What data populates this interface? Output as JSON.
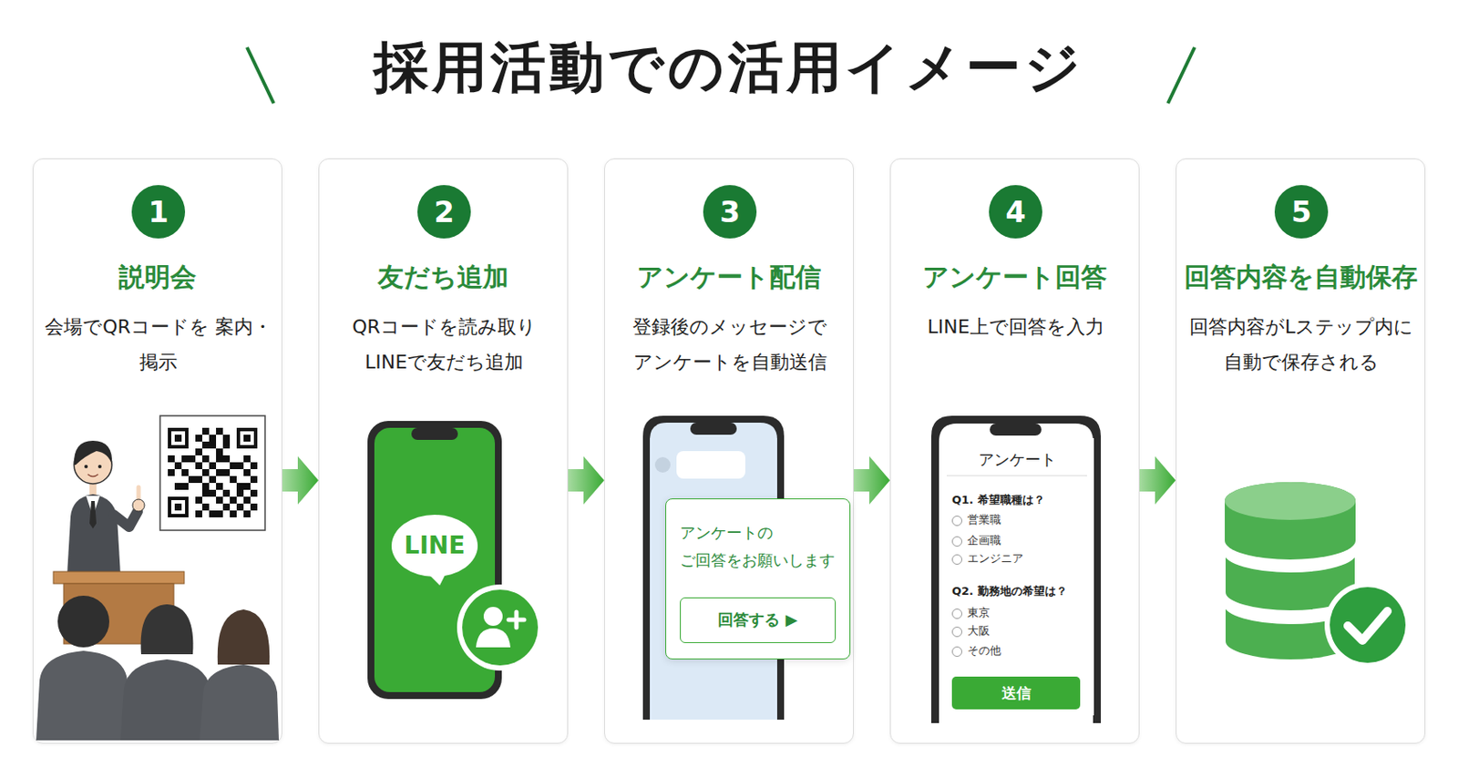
{
  "diagram": {
    "title": "採用活動での活用イメージ",
    "nodes": [
      {
        "text": [
          "説明会",
          "会場でQRコードを 案内・掲示"
        ]
      },
      {
        "text": [
          "1"
        ],
        "in": 0
      },
      {
        "text": [
          "友だち追加",
          "QRコードを読み取り LINEで友だち追加"
        ]
      },
      {
        "text": [
          "2"
        ],
        "in": 2
      },
      {
        "text": [
          "LINE"
        ],
        "in": 2
      },
      {
        "text": [
          "アンケート配信",
          "登録後のメッセージで アンケートを自動送信"
        ]
      },
      {
        "text": [
          "3"
        ],
        "in": 5
      },
      {
        "text": [
          "アンケートの ご回答をお願いします"
        ],
        "in": 5
      },
      {
        "text": [
          "回答する ▶"
        ],
        "in": 7
      },
      {
        "text": [
          "アンケート回答",
          "LINE上で回答を入力"
        ]
      },
      {
        "text": [
          "4"
        ],
        "in": 9
      },
      {
        "text": [
          "アンケート",
          "Q1. 希望職種は？",
          "営業職",
          "企画職",
          "エンジニア",
          "Q2. 勤務地の希望は？",
          "東京",
          "大阪",
          "その他"
        ],
        "in": 9
      },
      {
        "text": [
          "送信"
        ],
        "in": 11
      },
      {
        "text": [
          "回答内容を自動保存",
          "回答内容がLステップ内に 自動で保存される"
        ]
      },
      {
        "text": [
          "5"
        ],
        "in": 13
      }
    ],
    "edges": [
      {
        "from": 0,
        "to": 2,
        "arrow": "to"
      },
      {
        "from": 2,
        "to": 5,
        "arrow": "to"
      },
      {
        "from": 5,
        "to": 9,
        "arrow": "to"
      },
      {
        "from": 9,
        "to": 13,
        "arrow": "to"
      }
    ]
  }
}
